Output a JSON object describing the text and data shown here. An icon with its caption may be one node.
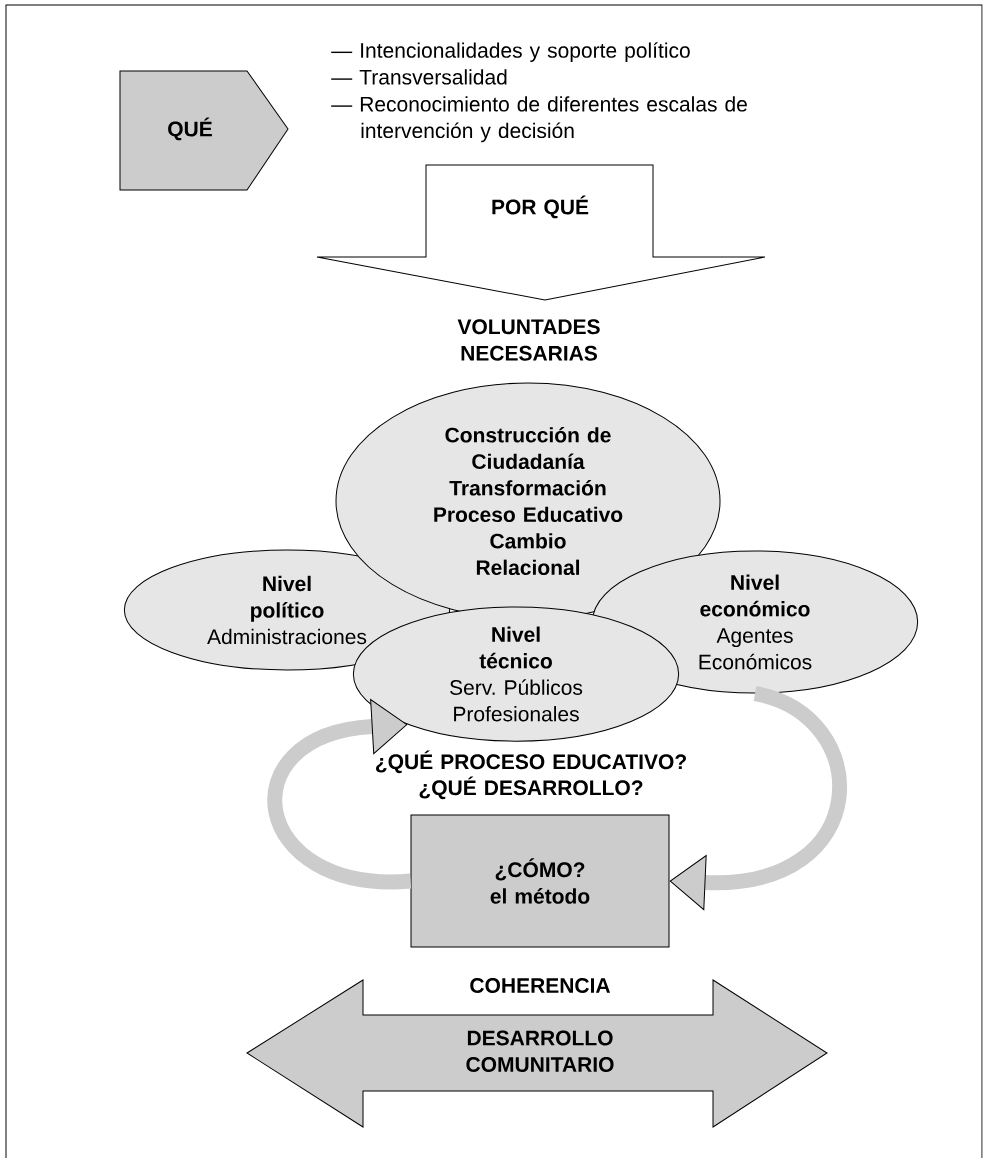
{
  "diagram": {
    "nodes": [
      {
        "text": [
          "QUÉ"
        ]
      },
      {
        "text": [
          "POR QUÉ"
        ]
      },
      {
        "text": [
          "Construcción de Ciudadanía",
          "Transformación",
          "Proceso Educativo",
          "Cambio Relacional"
        ]
      },
      {
        "text": [
          "Nivel político",
          "Administraciones"
        ]
      },
      {
        "text": [
          "Nivel técnico",
          "Serv. Públicos Profesionales"
        ]
      },
      {
        "text": [
          "Nivel económico",
          "Agentes Económicos"
        ]
      },
      {
        "text": [
          "¿CÓMO?",
          "el método"
        ]
      },
      {
        "text": [
          "COHERENCIA",
          "DESARROLLO COMUNITARIO"
        ]
      }
    ],
    "edges": [
      {
        "from": 6,
        "to": 4,
        "arrow": "to",
        "color": "#cccccc"
      },
      {
        "from": 5,
        "to": 6,
        "arrow": "to",
        "color": "#cccccc"
      }
    ],
    "labels": [
      "— Intencionalidades y soporte político",
      "— Transversalidad",
      "— Reconocimiento de diferentes escalas de intervención y decisión",
      "VOLUNTADES NECESARIAS",
      "¿QUÉ PROCESO EDUCATIVO?",
      "¿QUÉ DESARROLLO?"
    ]
  }
}
